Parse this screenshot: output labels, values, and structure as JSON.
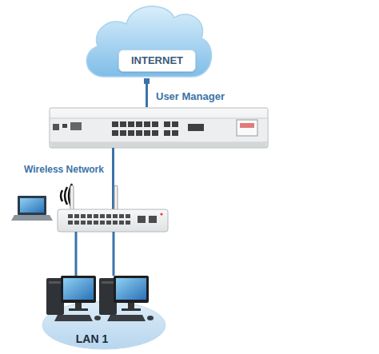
{
  "diagram": {
    "nodes": [
      {
        "text": [
          "INTERNET"
        ]
      },
      {
        "text": [
          "LAN 1"
        ]
      }
    ],
    "labels": [
      "User Manager",
      "Wireless Network"
    ]
  }
}
